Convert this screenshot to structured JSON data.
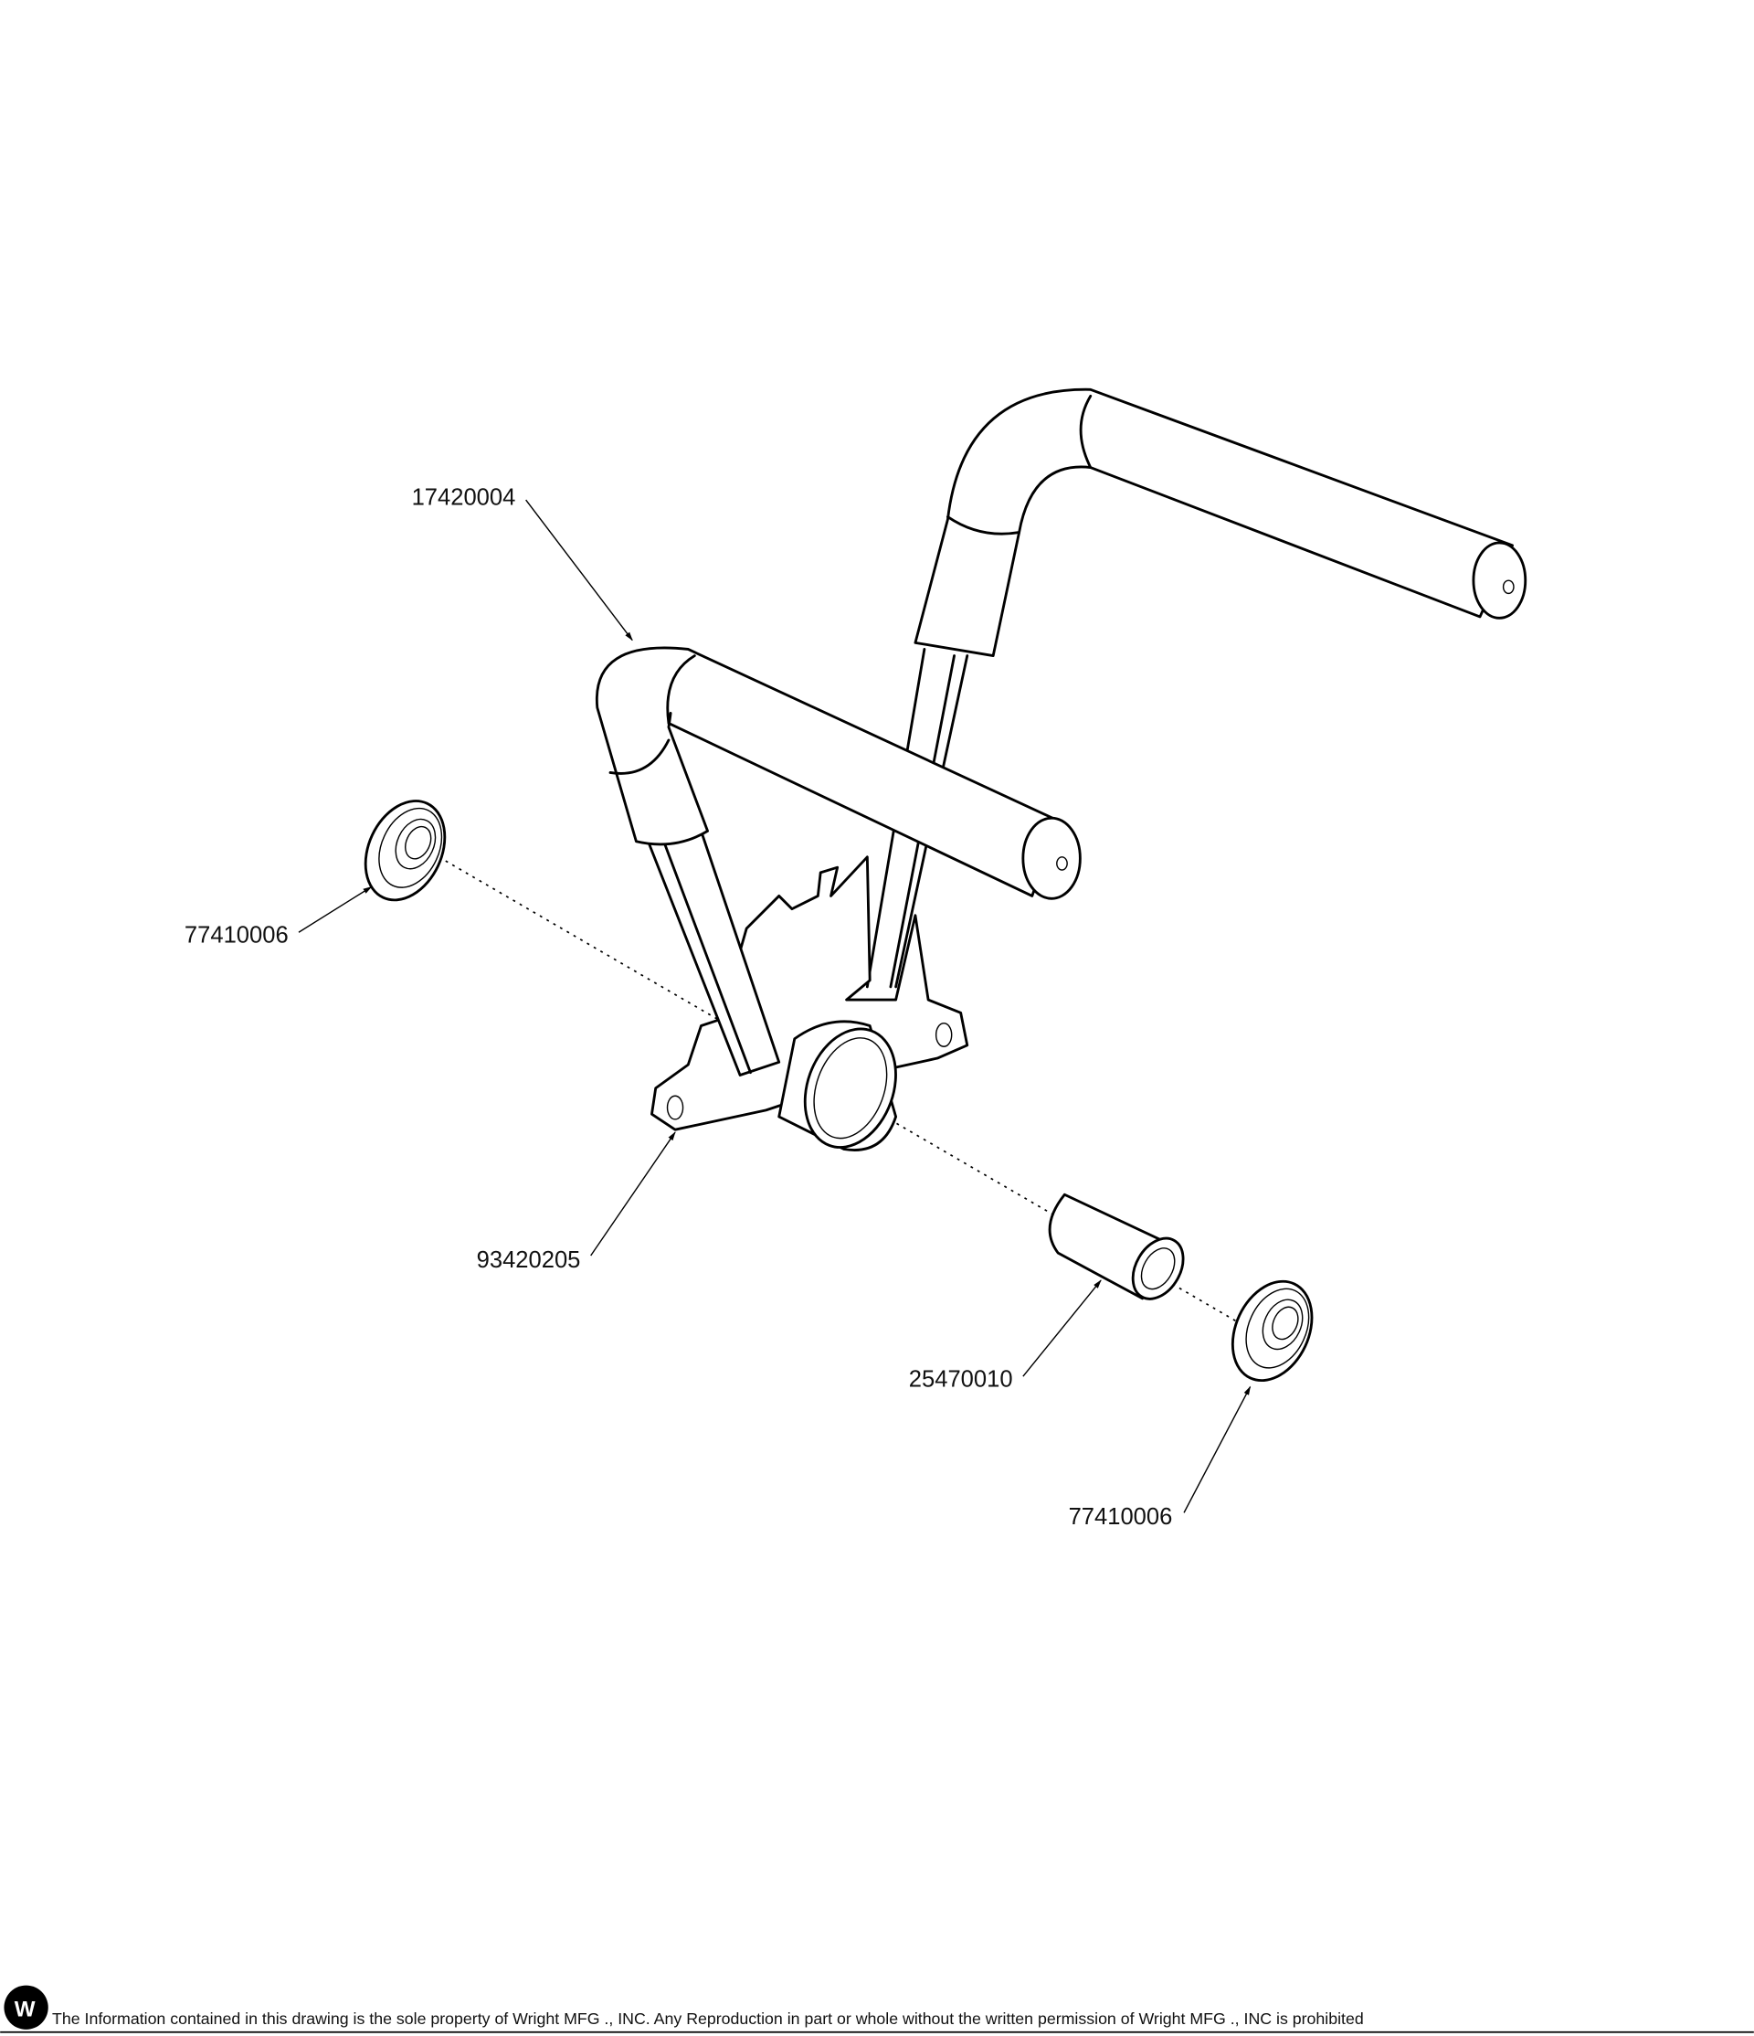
{
  "drawing": {
    "callouts": [
      {
        "part_number": "17420004"
      },
      {
        "part_number": "77410006"
      },
      {
        "part_number": "93420205"
      },
      {
        "part_number": "25470010"
      },
      {
        "part_number": "77410006"
      }
    ]
  },
  "footer": {
    "logo_text": "W",
    "notice": "The Information contained in this drawing is the sole property of Wright MFG ., INC. Any Reproduction in part or whole without the written permission of Wright MFG ., INC is prohibited"
  }
}
